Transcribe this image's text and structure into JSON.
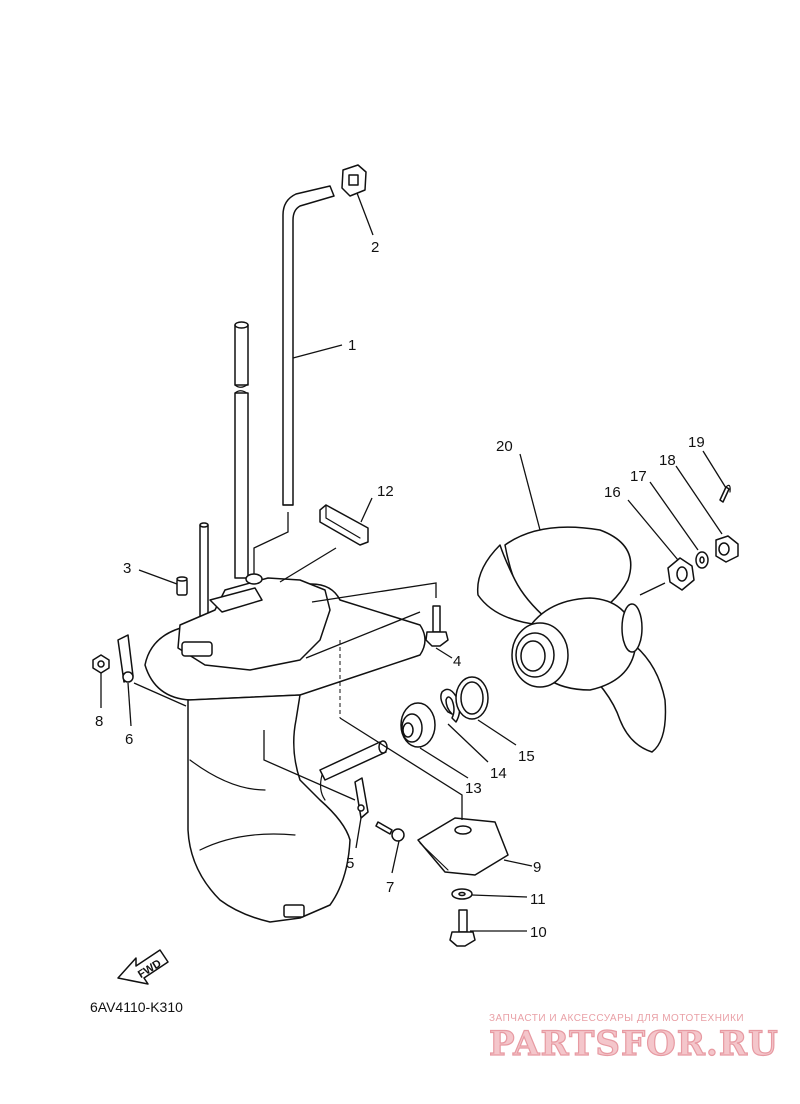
{
  "diagram": {
    "callouts": [
      {
        "id": "1",
        "label": "1"
      },
      {
        "id": "2",
        "label": "2"
      },
      {
        "id": "3",
        "label": "3"
      },
      {
        "id": "4",
        "label": "4"
      },
      {
        "id": "5",
        "label": "5"
      },
      {
        "id": "6",
        "label": "6"
      },
      {
        "id": "7",
        "label": "7"
      },
      {
        "id": "8",
        "label": "8"
      },
      {
        "id": "9",
        "label": "9"
      },
      {
        "id": "10",
        "label": "10"
      },
      {
        "id": "11",
        "label": "11"
      },
      {
        "id": "12",
        "label": "12"
      },
      {
        "id": "13",
        "label": "13"
      },
      {
        "id": "14",
        "label": "14"
      },
      {
        "id": "15",
        "label": "15"
      },
      {
        "id": "16",
        "label": "16"
      },
      {
        "id": "17",
        "label": "17"
      },
      {
        "id": "18",
        "label": "18"
      },
      {
        "id": "19",
        "label": "19"
      },
      {
        "id": "20",
        "label": "20"
      }
    ],
    "fwd_label": "FWD",
    "diagram_code": "6AV4110-K310"
  },
  "watermark": {
    "tagline": "ЗАПЧАСТИ И АКСЕССУАРЫ ДЛЯ МОТОТЕХНИКИ",
    "logo_text": "PARTSFOR.RU",
    "color": "#e79aa2"
  }
}
